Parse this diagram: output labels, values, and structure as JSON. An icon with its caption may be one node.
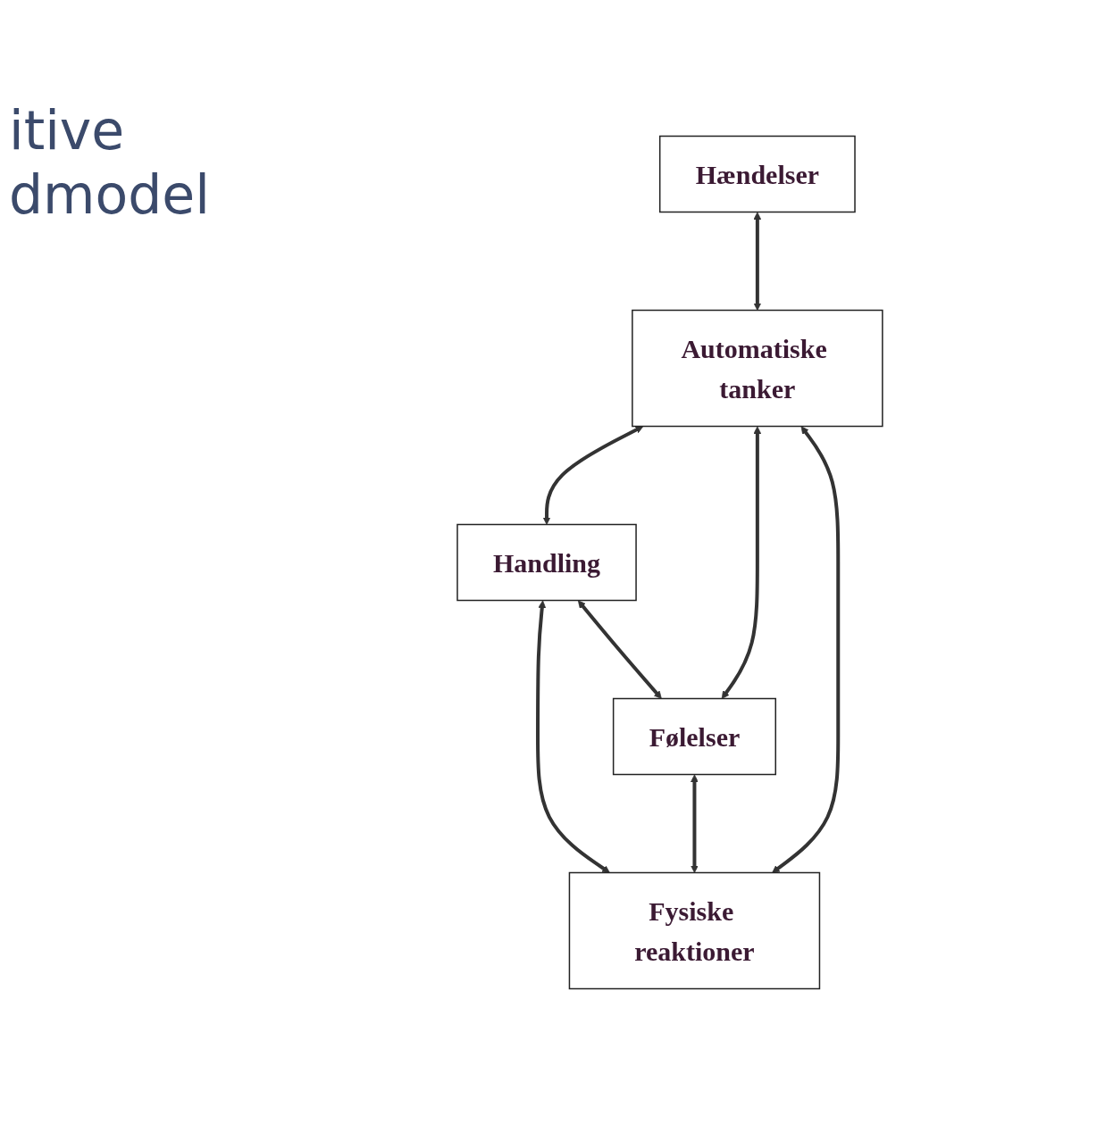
{
  "diagram": {
    "title": "itive dmodel",
    "nodes": [
      {
        "text": [
          "Hændelser"
        ]
      },
      {
        "text": [
          "Automatiske tanker"
        ]
      },
      {
        "text": [
          "Handling"
        ]
      },
      {
        "text": [
          "Følelser"
        ]
      },
      {
        "text": [
          "Fysiske reaktioner"
        ]
      }
    ],
    "edges": [
      {
        "from": 0,
        "to": 1,
        "arrow": "both"
      },
      {
        "from": 1,
        "to": 2,
        "arrow": "both"
      },
      {
        "from": 1,
        "to": 3,
        "arrow": "both"
      },
      {
        "from": 2,
        "to": 4,
        "arrow": "both"
      },
      {
        "from": 3,
        "to": 4,
        "arrow": "both"
      },
      {
        "from": 1,
        "to": 4,
        "arrow": "both"
      },
      {
        "from": 2,
        "to": 3,
        "arrow": "both"
      }
    ]
  }
}
